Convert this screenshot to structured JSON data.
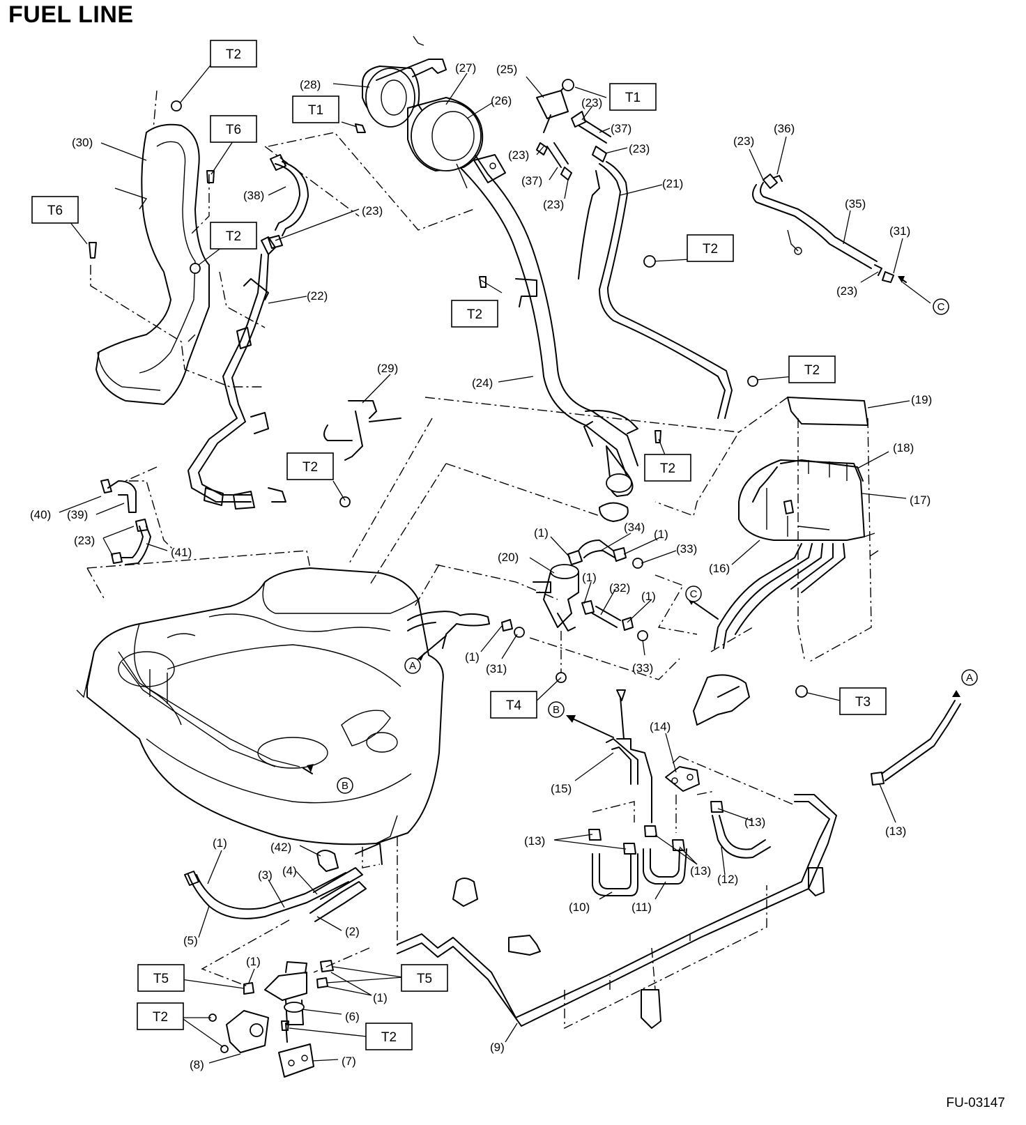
{
  "title": "FUEL LINE",
  "figure_code": "FU-03147",
  "torque_callouts": [
    {
      "id": "t2a",
      "text": "T2"
    },
    {
      "id": "t6a",
      "text": "T6"
    },
    {
      "id": "t6b",
      "text": "T6"
    },
    {
      "id": "t2b",
      "text": "T2"
    },
    {
      "id": "t1a",
      "text": "T1"
    },
    {
      "id": "t1b",
      "text": "T1"
    },
    {
      "id": "t2c",
      "text": "T2"
    },
    {
      "id": "t2d",
      "text": "T2"
    },
    {
      "id": "t2e",
      "text": "T2"
    },
    {
      "id": "t2f",
      "text": "T2"
    },
    {
      "id": "t2g",
      "text": "T2"
    },
    {
      "id": "t4",
      "text": "T4"
    },
    {
      "id": "t3",
      "text": "T3"
    },
    {
      "id": "t5a",
      "text": "T5"
    },
    {
      "id": "t5b",
      "text": "T5"
    },
    {
      "id": "t2h",
      "text": "T2"
    },
    {
      "id": "t2i",
      "text": "T2"
    }
  ],
  "ref_markers": [
    {
      "id": "c1",
      "text": "C"
    },
    {
      "id": "c2",
      "text": "C"
    },
    {
      "id": "a1",
      "text": "A"
    },
    {
      "id": "a2",
      "text": "A"
    },
    {
      "id": "b1",
      "text": "B"
    },
    {
      "id": "b2",
      "text": "B"
    }
  ],
  "part_labels": [
    {
      "id": "p28",
      "text": "(28)"
    },
    {
      "id": "p27",
      "text": "(27)"
    },
    {
      "id": "p26",
      "text": "(26)"
    },
    {
      "id": "p25",
      "text": "(25)"
    },
    {
      "id": "p23a",
      "text": "(23)"
    },
    {
      "id": "p37a",
      "text": "(37)"
    },
    {
      "id": "p23b",
      "text": "(23)"
    },
    {
      "id": "p23c",
      "text": "(23)"
    },
    {
      "id": "p37b",
      "text": "(37)"
    },
    {
      "id": "p23d",
      "text": "(23)"
    },
    {
      "id": "p21",
      "text": "(21)"
    },
    {
      "id": "p30",
      "text": "(30)"
    },
    {
      "id": "p38",
      "text": "(38)"
    },
    {
      "id": "p23e",
      "text": "(23)"
    },
    {
      "id": "p22",
      "text": "(22)"
    },
    {
      "id": "p23f",
      "text": "(23)"
    },
    {
      "id": "p36",
      "text": "(36)"
    },
    {
      "id": "p35",
      "text": "(35)"
    },
    {
      "id": "p31a",
      "text": "(31)"
    },
    {
      "id": "p23g",
      "text": "(23)"
    },
    {
      "id": "p24",
      "text": "(24)"
    },
    {
      "id": "p29",
      "text": "(29)"
    },
    {
      "id": "p19",
      "text": "(19)"
    },
    {
      "id": "p18",
      "text": "(18)"
    },
    {
      "id": "p17",
      "text": "(17)"
    },
    {
      "id": "p16",
      "text": "(16)"
    },
    {
      "id": "p40",
      "text": "(40)"
    },
    {
      "id": "p39",
      "text": "(39)"
    },
    {
      "id": "p23h",
      "text": "(23)"
    },
    {
      "id": "p41",
      "text": "(41)"
    },
    {
      "id": "p1a",
      "text": "(1)"
    },
    {
      "id": "p34",
      "text": "(34)"
    },
    {
      "id": "p1b",
      "text": "(1)"
    },
    {
      "id": "p33a",
      "text": "(33)"
    },
    {
      "id": "p20",
      "text": "(20)"
    },
    {
      "id": "p1c",
      "text": "(1)"
    },
    {
      "id": "p32",
      "text": "(32)"
    },
    {
      "id": "p1d",
      "text": "(1)"
    },
    {
      "id": "p1e",
      "text": "(1)"
    },
    {
      "id": "p31b",
      "text": "(31)"
    },
    {
      "id": "p33b",
      "text": "(33)"
    },
    {
      "id": "p14",
      "text": "(14)"
    },
    {
      "id": "p15",
      "text": "(15)"
    },
    {
      "id": "p13a",
      "text": "(13)"
    },
    {
      "id": "p13b",
      "text": "(13)"
    },
    {
      "id": "p13c",
      "text": "(13)"
    },
    {
      "id": "p13d",
      "text": "(13)"
    },
    {
      "id": "p12",
      "text": "(12)"
    },
    {
      "id": "p10",
      "text": "(10)"
    },
    {
      "id": "p11",
      "text": "(11)"
    },
    {
      "id": "p1f",
      "text": "(1)"
    },
    {
      "id": "p42",
      "text": "(42)"
    },
    {
      "id": "p3",
      "text": "(3)"
    },
    {
      "id": "p4",
      "text": "(4)"
    },
    {
      "id": "p2",
      "text": "(2)"
    },
    {
      "id": "p5",
      "text": "(5)"
    },
    {
      "id": "p1g",
      "text": "(1)"
    },
    {
      "id": "p1h",
      "text": "(1)"
    },
    {
      "id": "p6",
      "text": "(6)"
    },
    {
      "id": "p8",
      "text": "(8)"
    },
    {
      "id": "p7",
      "text": "(7)"
    },
    {
      "id": "p9",
      "text": "(9)"
    }
  ]
}
